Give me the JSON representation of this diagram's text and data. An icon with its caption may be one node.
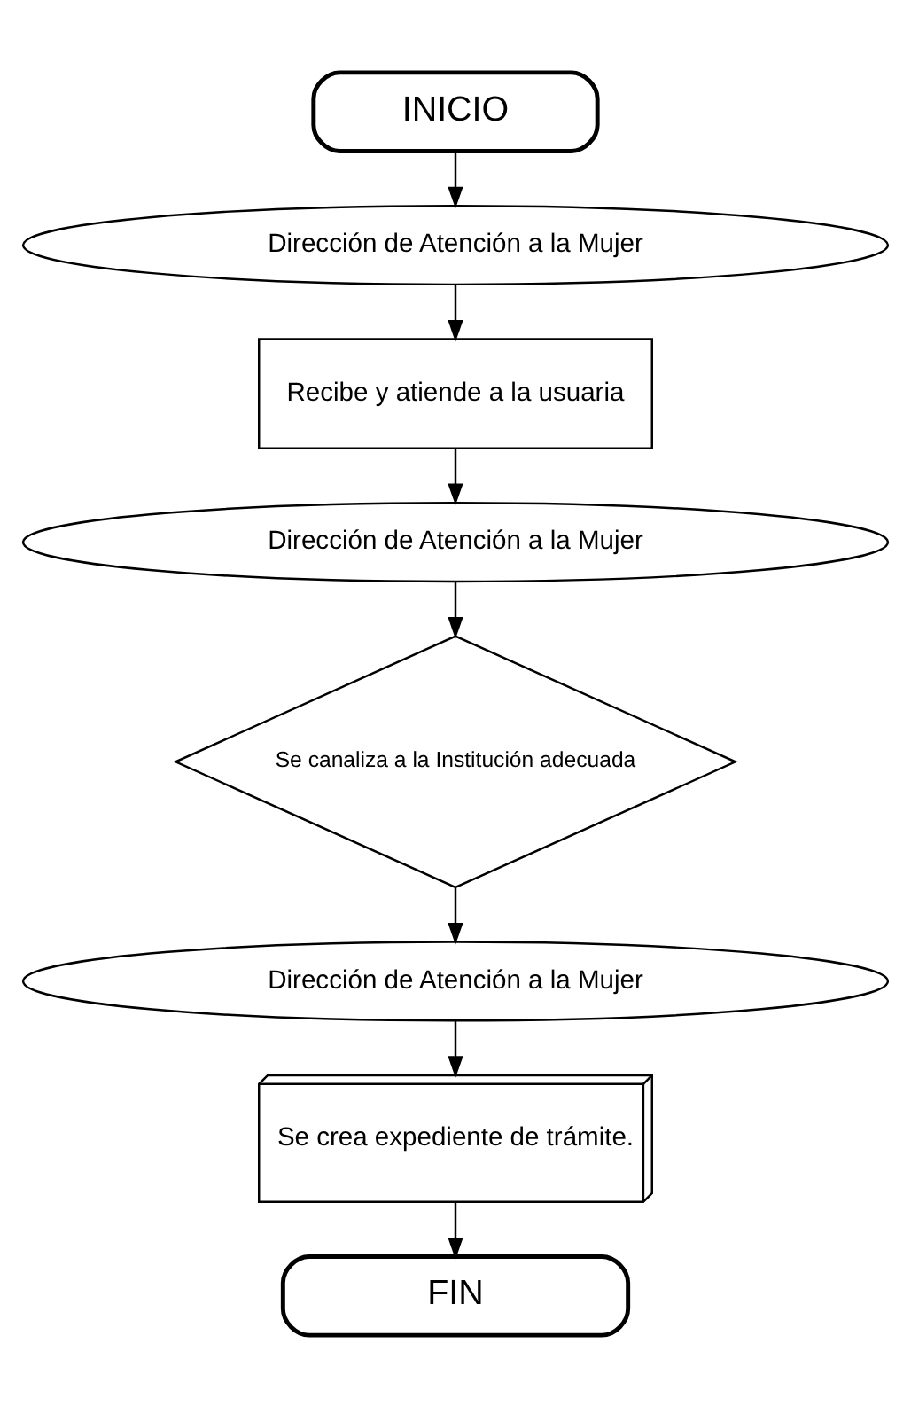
{
  "diagram": {
    "nodes": [
      {
        "text": [
          "INICIO"
        ]
      },
      {
        "text": [
          "Dirección de Atención a la Mujer"
        ]
      },
      {
        "text": [
          "Recibe y atiende a la usuaria"
        ]
      },
      {
        "text": [
          "Dirección de Atención a la Mujer"
        ]
      },
      {
        "text": [
          "Se canaliza a la Institución adecuada"
        ]
      },
      {
        "text": [
          "Dirección de Atención a la Mujer"
        ]
      },
      {
        "text": [
          "Se crea expediente de trámite."
        ]
      },
      {
        "text": [
          "FIN"
        ]
      }
    ],
    "edges": [
      {
        "from": 0,
        "to": 1,
        "arrow": "to"
      },
      {
        "from": 1,
        "to": 2,
        "arrow": "to"
      },
      {
        "from": 2,
        "to": 3,
        "arrow": "to"
      },
      {
        "from": 3,
        "to": 4,
        "arrow": "to"
      },
      {
        "from": 4,
        "to": 5,
        "arrow": "to"
      },
      {
        "from": 5,
        "to": 6,
        "arrow": "to"
      },
      {
        "from": 6,
        "to": 7,
        "arrow": "to"
      }
    ]
  }
}
